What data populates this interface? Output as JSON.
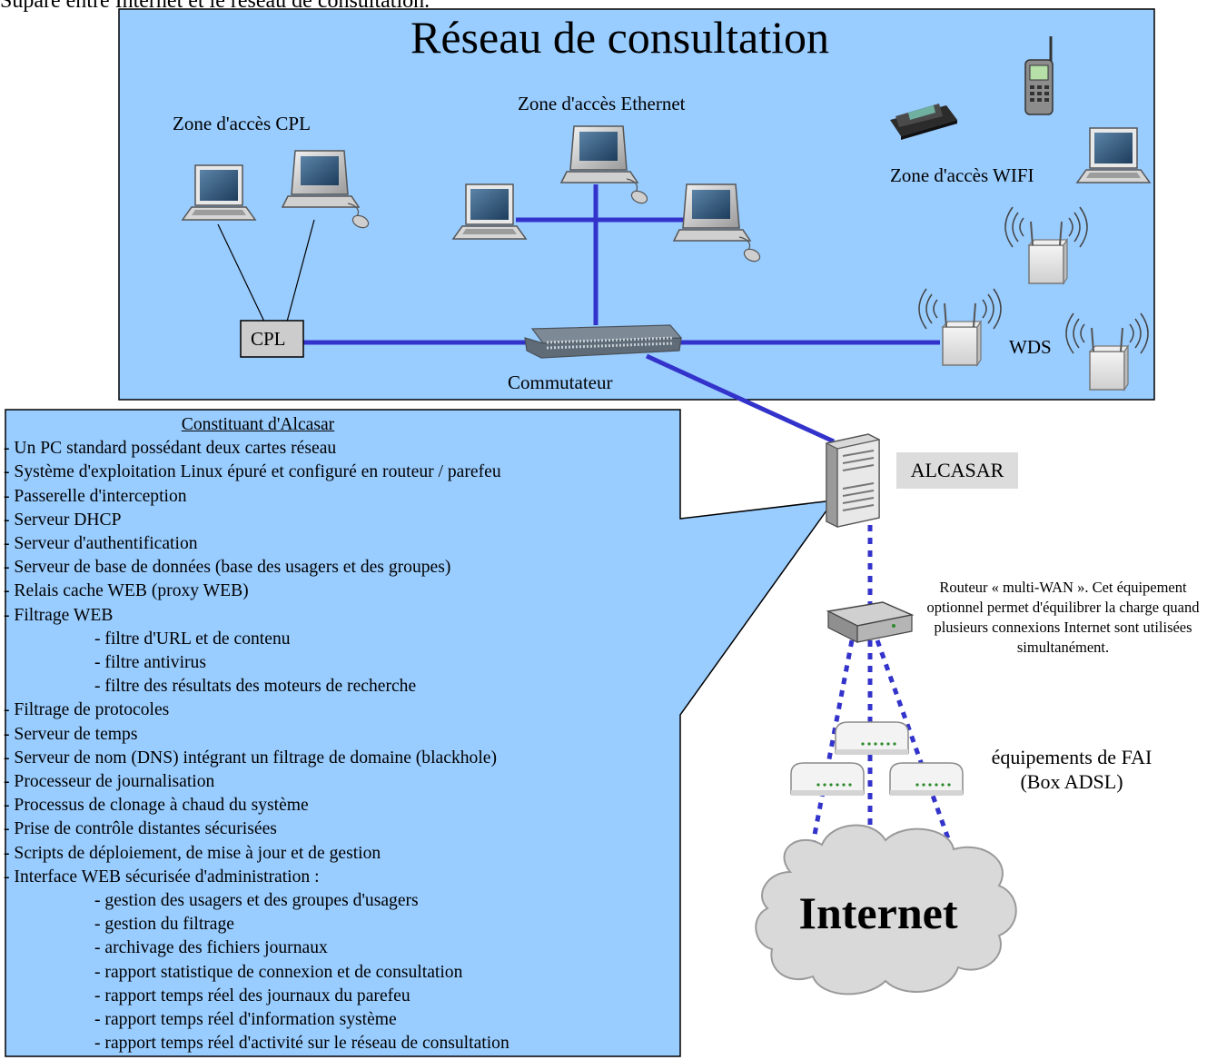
{
  "intro_text": "Suparé entre Internet et le réseau de consultation.",
  "network": {
    "title": "Réseau de consultation",
    "zone_cpl": "Zone d'accès CPL",
    "zone_ethernet": "Zone d'accès Ethernet",
    "zone_wifi": "Zone d'accès WIFI",
    "cpl_box": "CPL",
    "switch_label": "Commutateur",
    "wds_label": "WDS"
  },
  "alcasar_label": "ALCASAR",
  "router_note": "Routeur « multi-WAN ». Cet équipement optionnel permet d'équilibrer la charge quand plusieurs connexions Internet sont utilisées simultanément.",
  "isp": {
    "line1": "équipements de FAI",
    "line2": "(Box ADSL)"
  },
  "internet_label": "Internet",
  "callout": {
    "heading": "Constituant d'Alcasar",
    "items": [
      {
        "text": "- Un PC standard possédant deux cartes réseau"
      },
      {
        "text": "- Système d'exploitation Linux épuré et configuré en routeur / parefeu"
      },
      {
        "text": "- Passerelle d'interception"
      },
      {
        "text": "- Serveur DHCP"
      },
      {
        "text": "- Serveur d'authentification"
      },
      {
        "text": "- Serveur de base de données (base des usagers et des groupes)"
      },
      {
        "text": "- Relais cache WEB (proxy WEB)"
      },
      {
        "text": "- Filtrage WEB"
      },
      {
        "text": "- filtre d'URL et de contenu",
        "sub": true
      },
      {
        "text": "- filtre antivirus",
        "sub": true
      },
      {
        "text": "- filtre des résultats des moteurs de recherche",
        "sub": true
      },
      {
        "text": "- Filtrage de protocoles"
      },
      {
        "text": "- Serveur de temps"
      },
      {
        "text": "- Serveur de nom (DNS) intégrant un filtrage de domaine (blackhole)"
      },
      {
        "text": "- Processeur de journalisation"
      },
      {
        "text": "- Processus de clonage à chaud du système"
      },
      {
        "text": "- Prise de contrôle distantes sécurisées"
      },
      {
        "text": "- Scripts de déploiement, de mise à jour et de gestion"
      },
      {
        "text": "- Interface WEB sécurisée d'administration :"
      },
      {
        "text": "- gestion des usagers et des groupes d'usagers",
        "sub": true
      },
      {
        "text": "- gestion du filtrage",
        "sub": true
      },
      {
        "text": "- archivage des fichiers journaux",
        "sub": true
      },
      {
        "text": "- rapport statistique de connexion et de consultation",
        "sub": true
      },
      {
        "text": "- rapport temps réel des journaux du parefeu",
        "sub": true
      },
      {
        "text": "- rapport temps réel d'information système",
        "sub": true
      },
      {
        "text": "- rapport temps réel d'activité sur le réseau de consultation",
        "sub": true
      }
    ]
  },
  "colors": {
    "network_bg": "#99ccff",
    "link_blue": "#3333cc",
    "cloud": "#d9d9d9"
  }
}
